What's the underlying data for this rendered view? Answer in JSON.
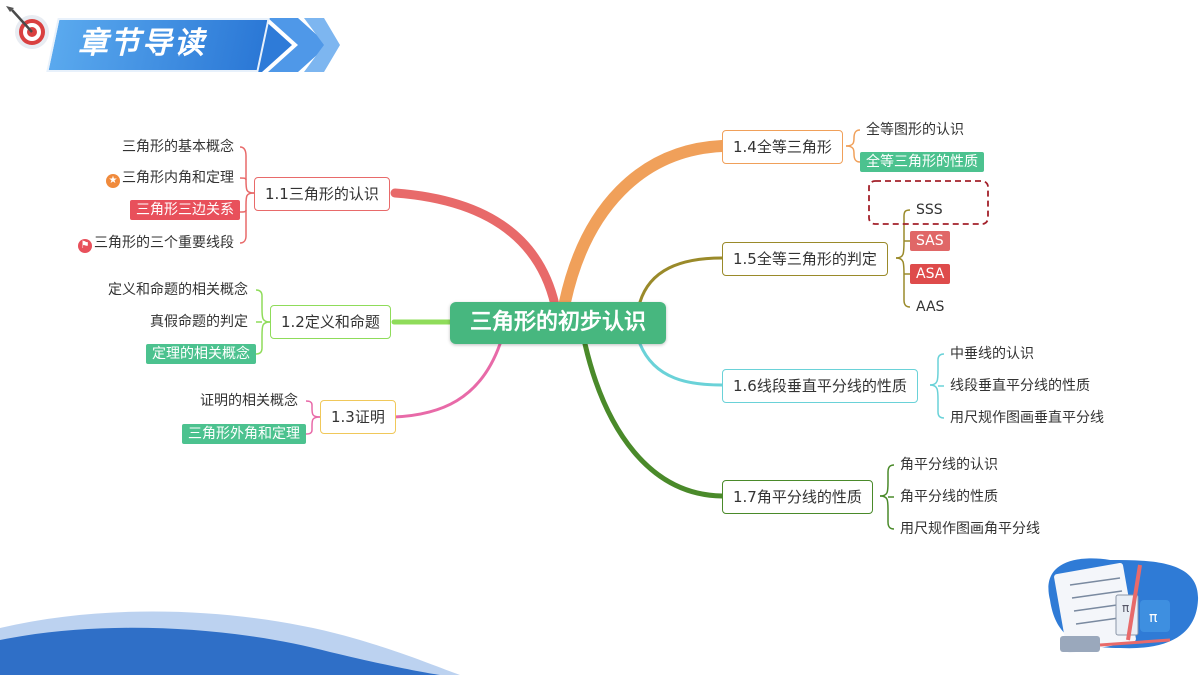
{
  "header": {
    "title": "章节导读"
  },
  "center": {
    "label": "三角形的初步认识"
  },
  "branches": {
    "b11": {
      "label": "1.1三角形的认识",
      "items": [
        "三角形的基本概念",
        "三角形内角和定理",
        "三角形三边关系",
        "三角形的三个重要线段"
      ]
    },
    "b12": {
      "label": "1.2定义和命题",
      "items": [
        "定义和命题的相关概念",
        "真假命题的判定",
        "定理的相关概念"
      ]
    },
    "b13": {
      "label": "1.3证明",
      "items": [
        "证明的相关概念",
        "三角形外角和定理"
      ]
    },
    "b14": {
      "label": "1.4全等三角形",
      "items": [
        "全等图形的认识",
        "全等三角形的性质"
      ]
    },
    "b15": {
      "label": "1.5全等三角形的判定",
      "items": [
        "SSS",
        "SAS",
        "ASA",
        "AAS"
      ]
    },
    "b16": {
      "label": "1.6线段垂直平分线的性质",
      "items": [
        "中垂线的认识",
        "线段垂直平分线的性质",
        "用尺规作图画垂直平分线"
      ]
    },
    "b17": {
      "label": "1.7角平分线的性质",
      "items": [
        "角平分线的认识",
        "角平分线的性质",
        "用尺规作图画角平分线"
      ]
    }
  },
  "colors": {
    "center": "#47b77f",
    "b11": "#e86a6a",
    "b12": "#8fdc5a",
    "b13": "#e86aa8",
    "b14": "#f0a05a",
    "b15": "#9a8a2a",
    "b16": "#6ad2d8",
    "b17": "#4a8a2a",
    "highlight_red": "#e8505b",
    "highlight_green": "#4cc28f"
  },
  "icons": {
    "star": "star-icon",
    "flag": "flag-icon",
    "target": "dart-target-icon"
  }
}
